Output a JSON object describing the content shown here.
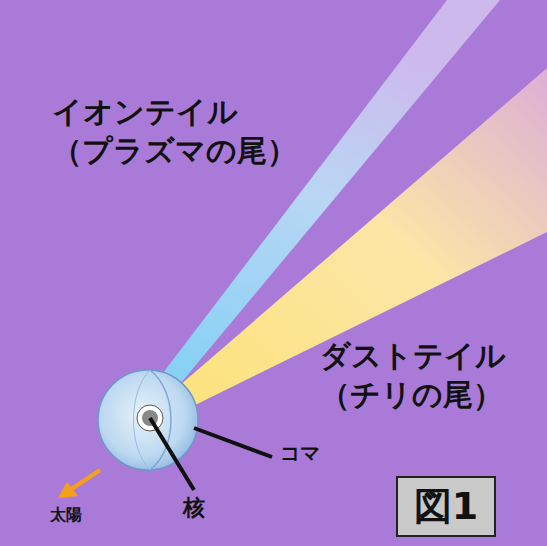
{
  "diagram": {
    "nodes": [
      {
        "text": [
          "図1"
        ]
      }
    ],
    "labels": [
      "イオンテイル （プラズマの尾）",
      "ダストテイル （チリの尾）",
      "コマ",
      "核",
      "太陽"
    ]
  }
}
